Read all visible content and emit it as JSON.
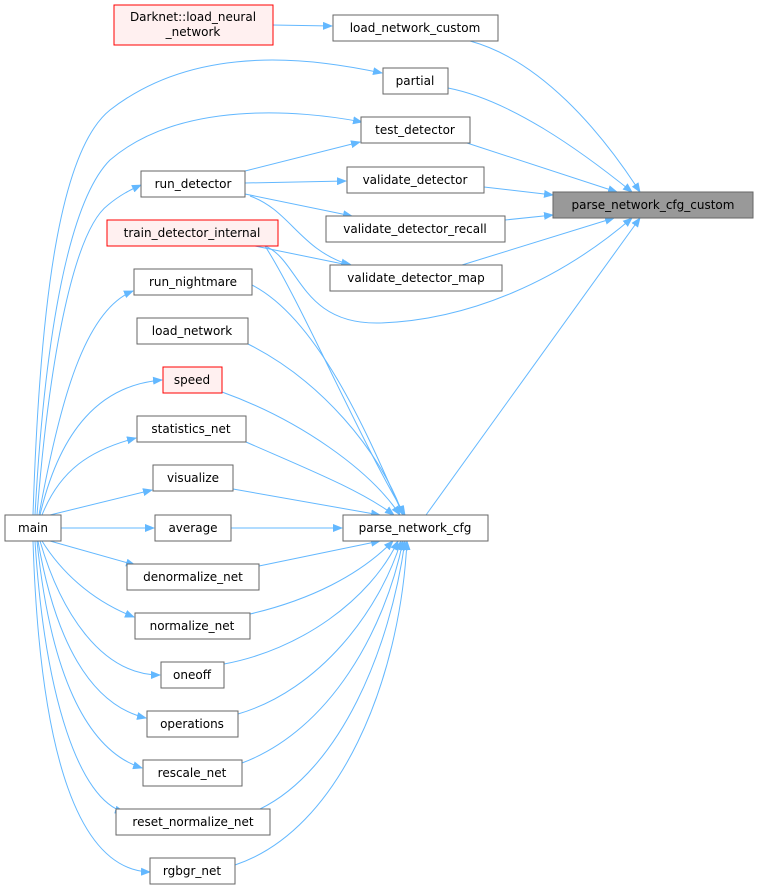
{
  "graph": {
    "focus_node": "parse_network_cfg_custom",
    "edge_color": "#63b8ff",
    "nodes": {
      "darknet_load": [
        "Darknet::load_neural",
        "_network"
      ],
      "load_network_custom": "load_network_custom",
      "partial": "partial",
      "test_detector": "test_detector",
      "validate_detector": "validate_detector",
      "validate_detector_recall": "validate_detector_recall",
      "validate_detector_map": "validate_detector_map",
      "parse_network_cfg_custom": "parse_network_cfg_custom",
      "run_detector": "run_detector",
      "train_detector_internal": "train_detector_internal",
      "run_nightmare": "run_nightmare",
      "load_network": "load_network",
      "speed": "speed",
      "statistics_net": "statistics_net",
      "visualize": "visualize",
      "main": "main",
      "average": "average",
      "parse_network_cfg": "parse_network_cfg",
      "denormalize_net": "denormalize_net",
      "normalize_net": "normalize_net",
      "oneoff": "oneoff",
      "operations": "operations",
      "rescale_net": "rescale_net",
      "reset_normalize_net": "reset_normalize_net",
      "rgbgr_net": "rgbgr_net"
    }
  }
}
